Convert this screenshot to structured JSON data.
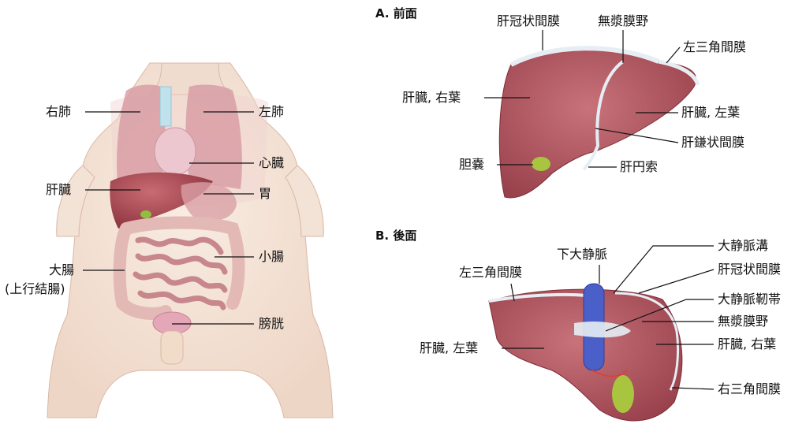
{
  "body_labels": {
    "right_lung": "右肺",
    "left_lung": "左肺",
    "heart": "心臓",
    "liver": "肝臓",
    "stomach": "胃",
    "large_intestine": "大腸",
    "ascending_colon": "(上行結腸)",
    "small_intestine": "小腸",
    "bladder": "膀胱"
  },
  "anterior": {
    "heading": "A. 前面",
    "coronary_ligament": "肝冠状間膜",
    "bare_area": "無漿膜野",
    "left_triangular": "左三角間膜",
    "right_lobe": "肝臓, 右葉",
    "left_lobe": "肝臓, 左葉",
    "falciform": "肝鎌状間膜",
    "gallbladder": "胆嚢",
    "round_ligament": "肝円索"
  },
  "posterior": {
    "heading": "B. 後面",
    "ivc_groove": "大静脈溝",
    "ivc": "下大静脈",
    "left_triangular": "左三角間膜",
    "coronary_ligament": "肝冠状間膜",
    "ligamentum_venosum": "大静脈靭帯",
    "bare_area": "無漿膜野",
    "left_lobe": "肝臓, 左葉",
    "right_lobe": "肝臓, 右葉",
    "right_triangular": "右三角間膜"
  }
}
